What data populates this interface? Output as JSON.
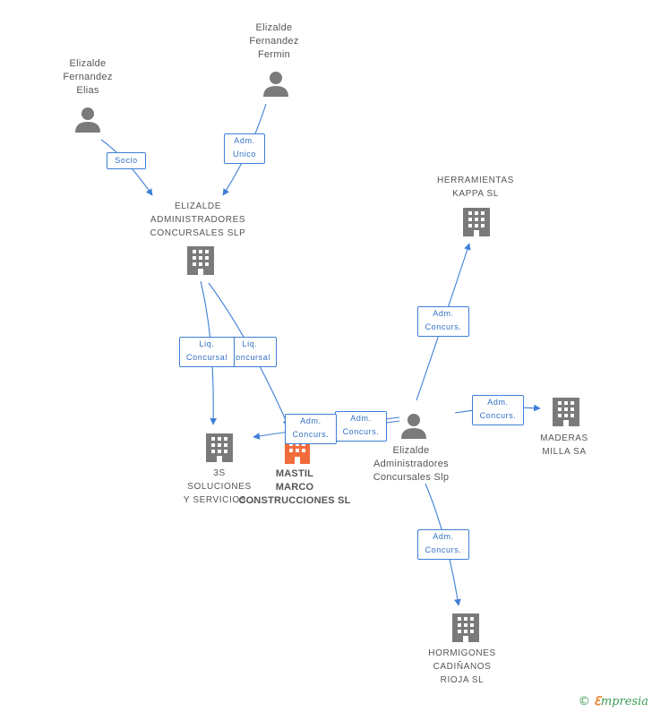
{
  "nodes": {
    "person_elias": "Elizalde\nFernandez\nElias",
    "person_fermin": "Elizalde\nFernandez\nFermin",
    "company_elizalde_adm": "ELIZALDE\nADMINISTRADORES\nCONCURSALES SLP",
    "company_herramientas": "HERRAMIENTAS\nKAPPA SL",
    "company_3s": "3S\nSOLUCIONES\nY SERVICIOS...",
    "company_mastil": "MASTIL\nMARCO\nCONSTRUCCIONES SL",
    "person_elizalde_adm": "Elizalde\nAdministradores\nConcursales Slp",
    "company_maderas": "MADERAS\nMILLA SA",
    "company_hormigones": "HORMIGONES\nCADIÑANOS\nRIOJA SL"
  },
  "edges": {
    "socio": "Socio",
    "adm_unico": "Adm.\nUnico",
    "liq_concursal_1": "Liq.\nConcursal",
    "liq_concursal_2": "Liq.\nConcursal",
    "adm_concurs_herramientas": "Adm.\nConcurs.",
    "adm_concurs_maderas": "Adm.\nConcurs.",
    "adm_concurs_mastil_1": "Adm.\nConcurs.",
    "adm_concurs_mastil_2": "Adm.\nConcurs.",
    "adm_concurs_hormigones": "Adm.\nConcurs."
  },
  "colors": {
    "edge": "#3d7fd6",
    "icon": "#7a7a7a",
    "focus_icon": "#f26b3a",
    "brand": "#3a9a52"
  },
  "brand": {
    "copyright": "©",
    "name_first": "ℇ",
    "name_rest": "mpresia"
  }
}
